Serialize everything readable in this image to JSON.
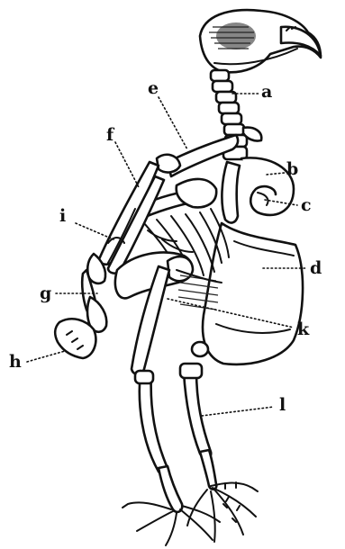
{
  "figure": {
    "labels": {
      "a": "a",
      "b": "b",
      "c": "c",
      "d": "d",
      "e": "e",
      "f": "f",
      "g": "g",
      "h": "h",
      "i": "i",
      "k": "k",
      "l": "l"
    }
  }
}
